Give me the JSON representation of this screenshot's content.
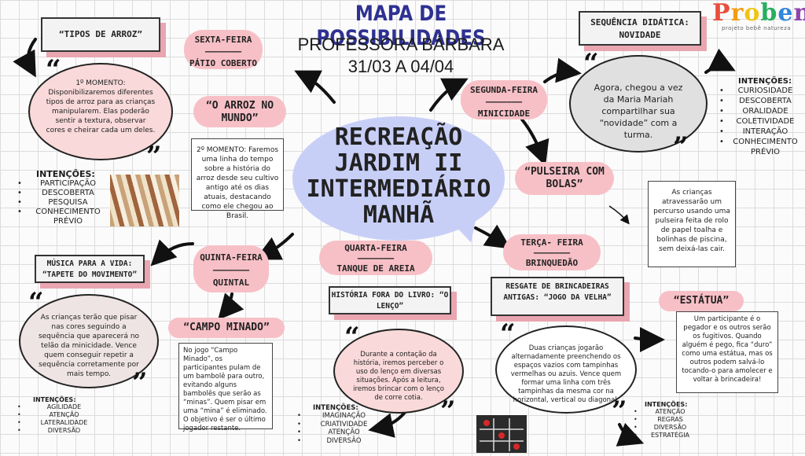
{
  "header": {
    "title": "MAPA DE POSSIBILIDADES",
    "teacher": "PROFESSORA BÁRBARA",
    "dates": "31/03 A 04/04"
  },
  "logo": {
    "name": "Proben",
    "tagline": "projeto bebê natureza"
  },
  "center": {
    "line1": "RECREAÇÃO",
    "line2": "JARDIM II",
    "line3": "INTERMEDIÁRIO",
    "line4": "MANHÃ"
  },
  "quote_open": "“",
  "quote_close": "”",
  "friday": {
    "day": "SEXTA-FEIRA",
    "divider": "———————",
    "place": "PÁTIO COBERTO",
    "box": "“TIPOS DE ARROZ”",
    "moment1": "1º MOMENTO: Disponibilizaremos diferentes tipos de arroz para as crianças manipularem. Elas poderão sentir a textura, observar cores e cheirar cada um deles.",
    "activity2": "“O ARROZ NO MUNDO”",
    "moment2": "2º MOMENTO: Faremos uma linha do tempo sobre a história do arroz desde seu cultivo antigo até os dias atuais, destacando como ele chegou ao Brasil.",
    "intentions_title": "INTENÇÕES:",
    "intentions": [
      "PARTICIPAÇÃO",
      "DESCOBERTA",
      "PESQUISA",
      "CONHECIMENTO PRÉVIO"
    ]
  },
  "monday": {
    "day": "SEGUNDA-FEIRA",
    "divider": "———————",
    "place": "MINICIDADE",
    "box": "SEQUÊNCIA DIDÁTICA: NOVIDADE",
    "text": "Agora, chegou a vez da Maria Mariah compartilhar sua “novidade” com a turma.",
    "intentions_title": "INTENÇÕES:",
    "intentions": [
      "CURIOSIDADE",
      "DESCOBERTA",
      "ORALIDADE",
      "COLETIVIDADE",
      "INTERAÇÃO",
      "CONHECIMENTO PRÉVIO"
    ],
    "activity2": "“PULSEIRA COM BOLAS”",
    "note": "As crianças atravessarão um percurso usando uma pulseira feita de rolo de papel toalha e bolinhas de piscina, sem deixá-las cair."
  },
  "thursday": {
    "day": "QUINTA-FEIRA",
    "divider": "———————",
    "place": "QUINTAL",
    "box": "MÚSICA PARA A VIDA: “TAPETE DO MOVIMENTO”",
    "text": "As crianças terão que pisar nas cores seguindo a sequência que aparecerá no telão da minicidade. Vence quem conseguir repetir a sequência corretamente por mais tempo.",
    "intentions_title": "INTENÇÕES:",
    "intentions": [
      "AGILIDADE",
      "ATENÇÃO",
      "LATERALIDADE",
      "DIVERSÃO"
    ],
    "activity2": "“CAMPO MINADO”",
    "note": "No jogo “Campo Minado”, os participantes pulam de um bambolê para outro, evitando alguns bambolês que serão as “minas”. Quem pisar em uma “mina” é eliminado. O objetivo é ser o último jogador restante."
  },
  "wednesday": {
    "day": "QUARTA-FEIRA",
    "divider": "———————",
    "place": "TANQUE DE AREIA",
    "box": "HISTÓRIA FORA DO LIVRO: “O LENÇO”",
    "text": "Durante a contação da história, iremos perceber o uso do lenço em diversas situações. Após a leitura, iremos brincar com o lenço de corre cotia.",
    "intentions_title": "INTENÇÕES:",
    "intentions": [
      "IMAGINAÇÃO",
      "CRIATIVIDADE",
      "ATENÇÃO",
      "DIVERSÃO"
    ]
  },
  "tuesday": {
    "day": "TERÇA- FEIRA",
    "divider": "———————",
    "place": "BRINQUEDÃO",
    "box": "RESGATE DE BRINCADEIRAS ANTIGAS: “JOGO DA VELHA”",
    "text": "Duas crianças jogarão alternadamente preenchendo os espaços vazios com tampinhas vermelhas ou azuis. Vence quem formar uma linha com três tampinhas da mesma cor na horizontal, vertical ou diagonal.",
    "intentions_title": "INTENÇÕES:",
    "intentions": [
      "ATENÇÃO",
      "REGRAS",
      "DIVERSÃO",
      "ESTRATÉGIA"
    ],
    "activity2": "“ESTÁTUA”",
    "note": "Um participante é o pegador e os outros serão os fugitivos. Quando alguém é pego, fica “duro” como uma estátua, mas os outros podem salvá-lo tocando-o para amolecer e voltar à brincadeira!"
  },
  "colors": {
    "title": "#2e3192",
    "pink": "#f7c0c6",
    "center": "#c8cff7",
    "shadow": "#e9a6b0"
  }
}
